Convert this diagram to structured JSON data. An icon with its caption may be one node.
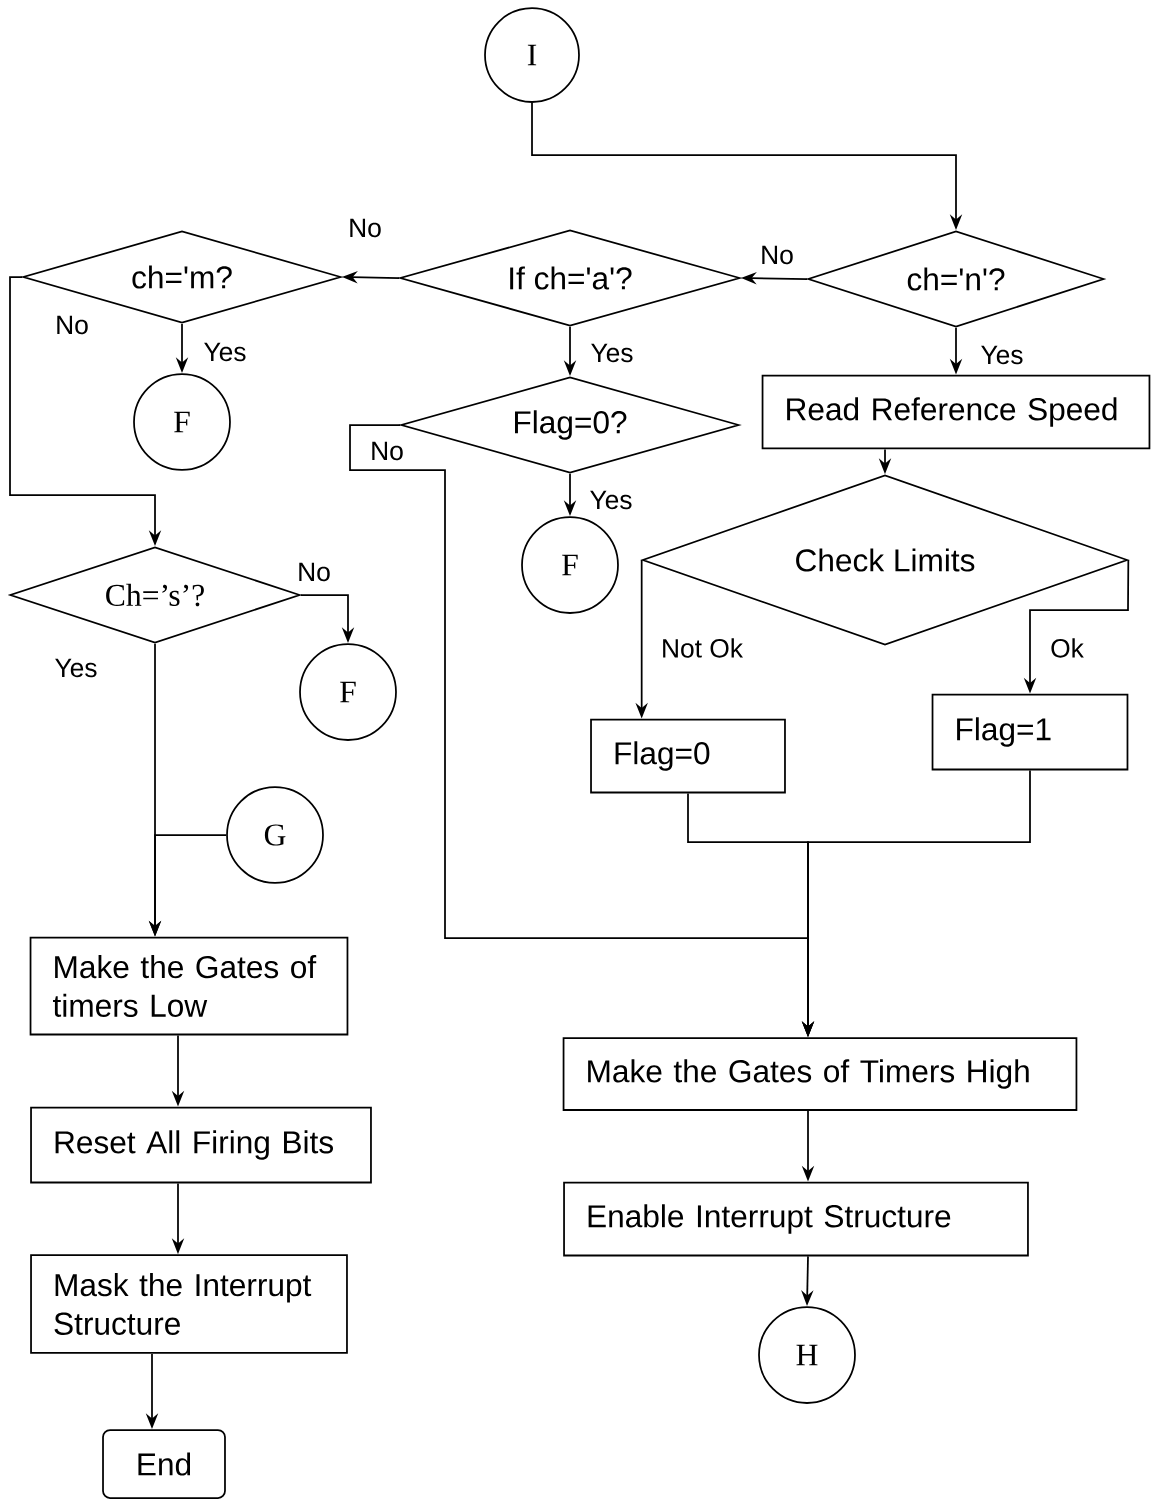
{
  "diagram": {
    "nodes": [
      {
        "text": [
          "I"
        ]
      },
      {
        "text": [
          "ch='n'?"
        ]
      },
      {
        "text": [
          "If ch='a'?"
        ]
      },
      {
        "text": [
          "ch='m?"
        ]
      },
      {
        "text": [
          "F"
        ]
      },
      {
        "text": [
          "Flag=0?"
        ]
      },
      {
        "text": [
          "Read Reference Speed"
        ]
      },
      {
        "text": [
          "F"
        ]
      },
      {
        "text": [
          "Check Limits"
        ]
      },
      {
        "text": [
          "Ch=’s’?"
        ]
      },
      {
        "text": [
          "F"
        ]
      },
      {
        "text": [
          "Flag=1"
        ]
      },
      {
        "text": [
          "Flag=0"
        ]
      },
      {
        "text": [
          "G"
        ]
      },
      {
        "text": [
          "Make the Gates of timers Low"
        ]
      },
      {
        "text": [
          "Make the Gates of Timers High"
        ]
      },
      {
        "text": [
          "Reset All Firing Bits"
        ]
      },
      {
        "text": [
          "Enable Interrupt Structure"
        ]
      },
      {
        "text": [
          "Mask the Interrupt Structure"
        ]
      },
      {
        "text": [
          "H"
        ]
      },
      {
        "text": [
          "End"
        ]
      }
    ],
    "edges": [
      {
        "from": 0,
        "to": 1,
        "arrow": "to"
      },
      {
        "from": 1,
        "to": 2,
        "arrow": "to",
        "label": "No"
      },
      {
        "from": 2,
        "to": 3,
        "arrow": "to",
        "label": "No"
      },
      {
        "from": 3,
        "to": 4,
        "arrow": "to",
        "label": "Yes"
      },
      {
        "from": 3,
        "to": 9,
        "arrow": "to",
        "label": "No"
      },
      {
        "from": 2,
        "to": 5,
        "arrow": "to",
        "label": "Yes"
      },
      {
        "from": 1,
        "to": 6,
        "arrow": "to",
        "label": "Yes"
      },
      {
        "from": 5,
        "to": 7,
        "arrow": "to",
        "label": "Yes"
      },
      {
        "from": 5,
        "to": 15,
        "arrow": "to",
        "label": "No"
      },
      {
        "from": 6,
        "to": 8,
        "arrow": "to"
      },
      {
        "from": 8,
        "to": 12,
        "arrow": "to",
        "label": "Not Ok"
      },
      {
        "from": 8,
        "to": 11,
        "arrow": "to",
        "label": "Ok"
      },
      {
        "from": 9,
        "to": 10,
        "arrow": "to",
        "label": "No"
      },
      {
        "from": 9,
        "to": 14,
        "arrow": "to",
        "label": "Yes"
      },
      {
        "from": 13,
        "to": 14,
        "arrow": "to"
      },
      {
        "from": 12,
        "to": 15,
        "arrow": "to"
      },
      {
        "from": 11,
        "to": 15,
        "arrow": "to"
      },
      {
        "from": 14,
        "to": 16,
        "arrow": "to"
      },
      {
        "from": 16,
        "to": 18,
        "arrow": "to"
      },
      {
        "from": 18,
        "to": 20,
        "arrow": "to"
      },
      {
        "from": 15,
        "to": 17,
        "arrow": "to"
      },
      {
        "from": 17,
        "to": 19,
        "arrow": "to"
      }
    ]
  }
}
